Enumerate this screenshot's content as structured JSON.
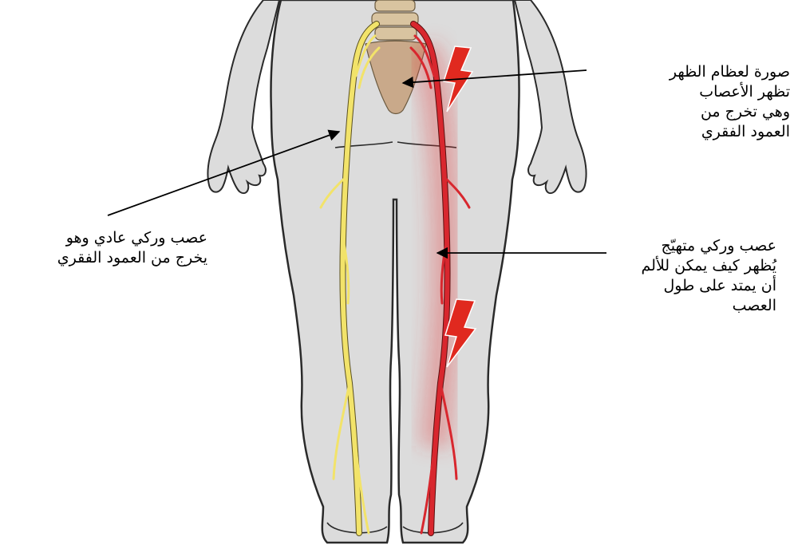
{
  "labels": {
    "spine_bones": {
      "lines": [
        "صورة لعظام الظهر",
        "تظهر الأعصاب",
        "وهي تخرج من",
        "العمود الفقري"
      ]
    },
    "normal_nerve": {
      "lines": [
        "عصب وركي عادي وهو",
        "يخرج من العمود الفقري"
      ]
    },
    "irritated_nerve": {
      "lines": [
        "عصب وركي متهيّج",
        "يُظهر كيف يمكن للألم",
        "أن يمتد على طول",
        "العصب"
      ]
    }
  },
  "colors": {
    "body_fill": "#dcdcdc",
    "body_outline": "#2a2a2a",
    "spine": "#d9c4a0",
    "sacrum": "#c9a98a",
    "normal_nerve": "#f2e36a",
    "irritated_nerve": "#d8272e",
    "pain_glow": "#e23a3a",
    "lightning": "#e0291f",
    "arrow": "#000000"
  },
  "icons": [
    "lightning-bolt-icon",
    "lightning-bolt-icon"
  ]
}
